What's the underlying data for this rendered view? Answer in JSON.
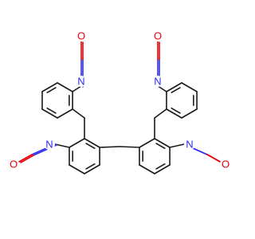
{
  "atom_labels": {
    "n_top_left": "N",
    "o_top_left": "O",
    "n_top_right": "N",
    "o_top_right": "O",
    "n_mid_left": "N",
    "o_mid_left": "O",
    "n_mid_right": "N",
    "o_mid_right": "O"
  },
  "colors": {
    "bond": "#1a1a1a",
    "nitrogen": "#2d2df0",
    "oxygen": "#e8000b",
    "background": "#ffffff"
  }
}
